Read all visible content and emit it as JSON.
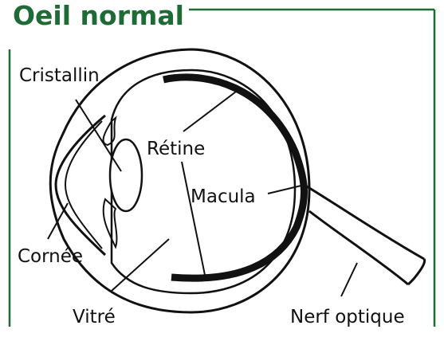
{
  "title": "Oeil normal",
  "colors": {
    "frame": "#1f6b36",
    "title": "#1f6b36",
    "drawing": "#111111"
  },
  "labels": {
    "cristallin": "Cristallin",
    "retine": "Rétine",
    "macula": "Macula",
    "cornee": "Cornée",
    "vitre": "Vitré",
    "nerf_optique": "Nerf optique"
  }
}
